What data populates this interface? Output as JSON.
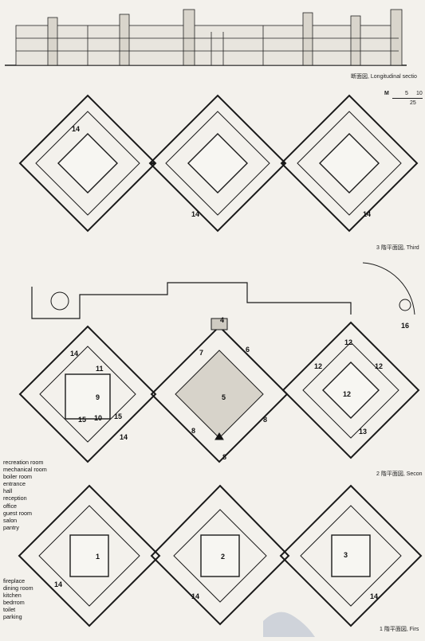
{
  "labels": {
    "section": "断面図, Longitudinal sectio",
    "third_floor": "3 階平面図, Third",
    "second_floor": "2 階平面図, Secon",
    "first_floor": "1 階平面図, Firs"
  },
  "scale": {
    "m": "M",
    "t1": "5",
    "t2": "10",
    "t3": "25"
  },
  "legend_top": [
    "recreation room",
    "mechanical room",
    "boiler room",
    "entrance",
    "hall",
    "reception",
    "office",
    "guest room",
    "salon",
    "pantry"
  ],
  "legend_bottom": [
    "fireplace",
    "dining room",
    "kitchen",
    "bedrrom",
    "toilet",
    "parking"
  ],
  "room_numbers": {
    "third": [
      "14",
      "14",
      "14"
    ],
    "second": [
      "4",
      "14",
      "11",
      "9",
      "10",
      "15",
      "15",
      "14",
      "7",
      "6",
      "5",
      "8",
      "8",
      "8",
      "12",
      "12",
      "12",
      "12",
      "13",
      "16"
    ],
    "first": [
      "1",
      "2",
      "3",
      "14",
      "14",
      "14"
    ]
  }
}
